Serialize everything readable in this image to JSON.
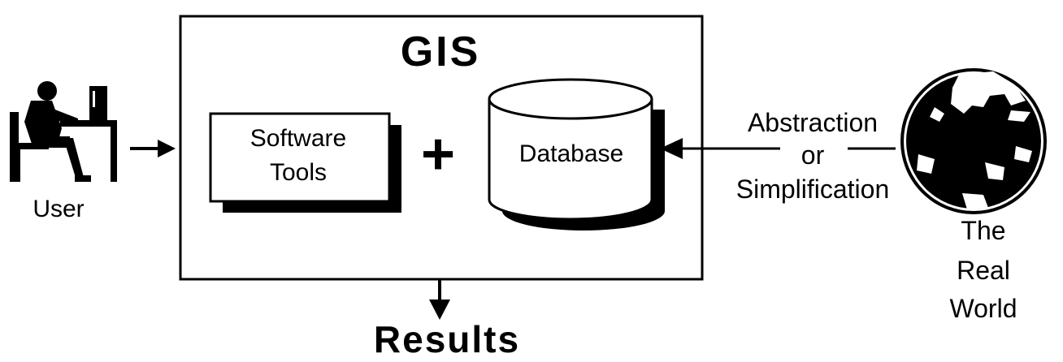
{
  "gis_box": {
    "title": "GIS"
  },
  "software_tools": {
    "line1": "Software",
    "line2": "Tools"
  },
  "plus_sign": "+",
  "database": {
    "label": "Database"
  },
  "user": {
    "label": "User"
  },
  "abstraction": {
    "line1": "Abstraction",
    "line2": "or",
    "line3": "Simplification"
  },
  "real_world": {
    "line1": "The",
    "line2": "Real",
    "line3": "World"
  },
  "results": {
    "label": "Results"
  },
  "icons": [
    "user-at-computer-icon",
    "globe-icon"
  ],
  "colors": {
    "ink": "#000000",
    "background": "#ffffff"
  }
}
